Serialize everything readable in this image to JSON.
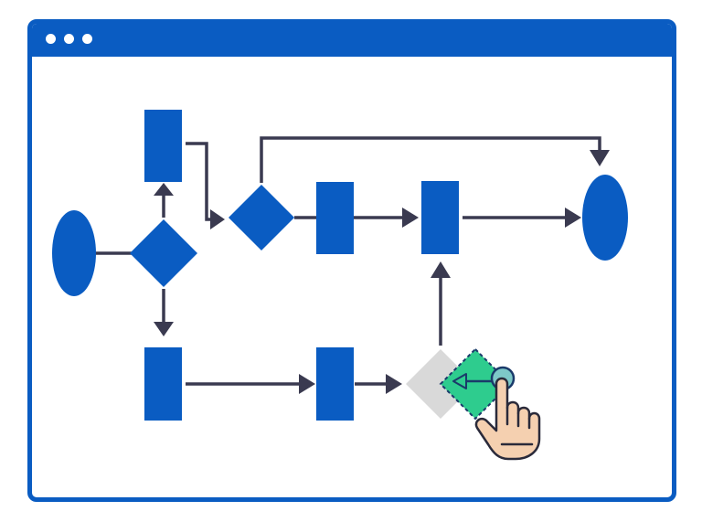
{
  "window": {
    "controls": [
      "close",
      "minimize",
      "maximize"
    ]
  },
  "colors": {
    "frame": "#0a5cc2",
    "node": "#0a5cc2",
    "connector": "#3a3a50",
    "ghost_decision": "#d9d9d9",
    "dragged_decision": "#2ecc8e",
    "handle": "#7ec8c8",
    "hand_fill": "#f5d0b0",
    "hand_stroke": "#2a2a3a"
  },
  "icons": {
    "pointer": "hand-pointer-icon",
    "connector_handle": "connector-handle-icon"
  },
  "diagram": {
    "nodes": [
      {
        "id": "start",
        "shape": "ellipse"
      },
      {
        "id": "decision-1",
        "shape": "diamond"
      },
      {
        "id": "process-top",
        "shape": "rect"
      },
      {
        "id": "decision-2",
        "shape": "diamond"
      },
      {
        "id": "process-mid-1",
        "shape": "rect"
      },
      {
        "id": "process-mid-2",
        "shape": "rect"
      },
      {
        "id": "end",
        "shape": "ellipse"
      },
      {
        "id": "process-bottom-1",
        "shape": "rect"
      },
      {
        "id": "process-bottom-2",
        "shape": "rect"
      },
      {
        "id": "decision-ghost",
        "shape": "diamond",
        "state": "placeholder"
      },
      {
        "id": "decision-dragging",
        "shape": "diamond",
        "state": "dragging"
      }
    ],
    "edges": [
      {
        "from": "start",
        "to": "decision-1"
      },
      {
        "from": "decision-1",
        "to": "process-top"
      },
      {
        "from": "decision-1",
        "to": "process-bottom-1"
      },
      {
        "from": "process-top",
        "to": "decision-2"
      },
      {
        "from": "decision-2",
        "to": "process-mid-1"
      },
      {
        "from": "decision-2",
        "to": "end"
      },
      {
        "from": "process-mid-1",
        "to": "process-mid-2"
      },
      {
        "from": "process-mid-2",
        "to": "end"
      },
      {
        "from": "process-bottom-1",
        "to": "process-bottom-2"
      },
      {
        "from": "process-bottom-2",
        "to": "decision-ghost"
      },
      {
        "from": "decision-ghost",
        "to": "process-mid-2"
      }
    ]
  }
}
